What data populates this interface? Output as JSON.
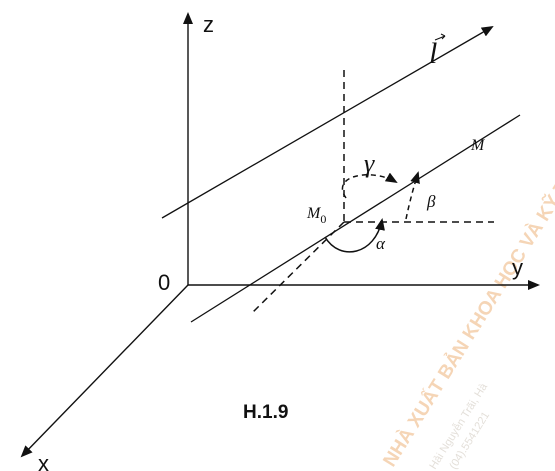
{
  "figure": {
    "caption": "H.1.9",
    "axis_labels": {
      "z": "z",
      "y": "y",
      "x": "x",
      "origin": "0"
    },
    "vector_label": "l",
    "points": {
      "m": "M",
      "m0_base": "M",
      "m0_sub": "0"
    },
    "angles": {
      "alpha": "α",
      "beta": "β",
      "gamma": "γ"
    },
    "watermark": "NHÀ XUẤT BẢN KHOA HỌC VÀ KỸ THUẬT – HỆ BƯU CHÍNH VIỄN THÔNG",
    "watermark_small": [
      "Hải Nguyễn Trãi, Hà",
      "(04).5541221"
    ]
  }
}
